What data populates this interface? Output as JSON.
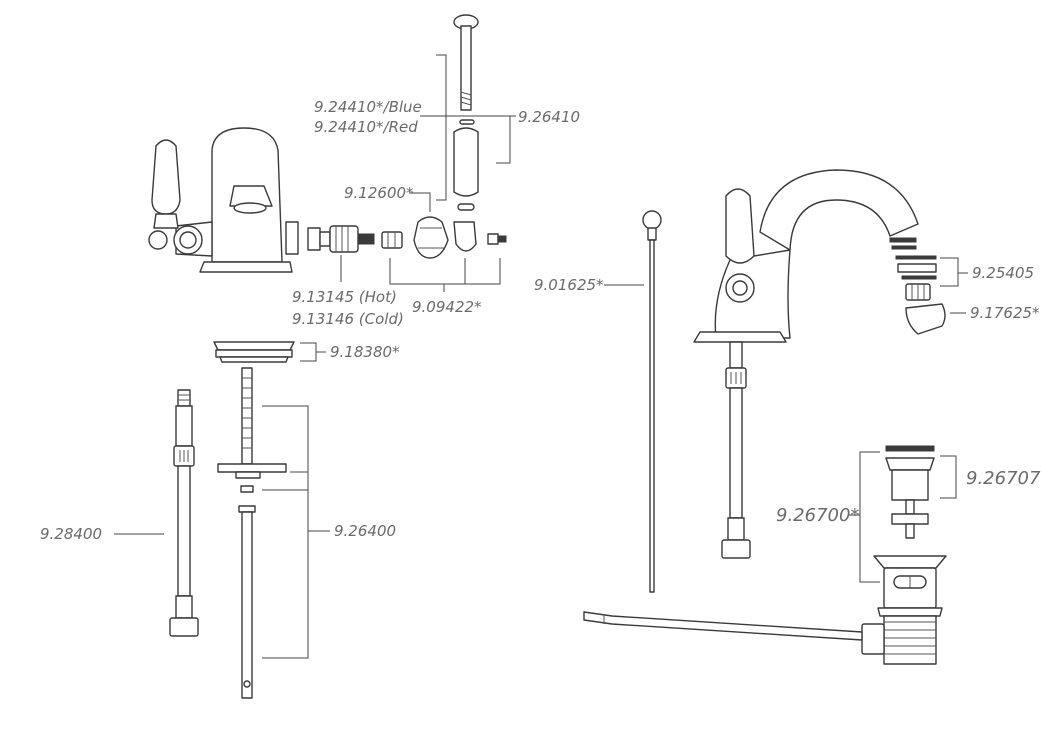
{
  "labels": {
    "blue": "9.24410*/Blue",
    "red": "9.24410*/Red",
    "handle_kit": "9.26410",
    "cap": "9.12600*",
    "cartridge_hot": "9.13145 (Hot)",
    "cartridge_cold": "9.13146 (Cold)",
    "bracket": "9.09422*",
    "pop_rod": "9.01625*",
    "aerator_set": "9.25405",
    "aerator": "9.17625*",
    "gasket": "9.18380*",
    "hose": "9.28400",
    "mount_kit": "9.26400",
    "waste_top": "9.26707*",
    "waste": "9.26700*"
  },
  "colors": {
    "line": "#3a3a3a",
    "label": "#6a6a6a"
  }
}
